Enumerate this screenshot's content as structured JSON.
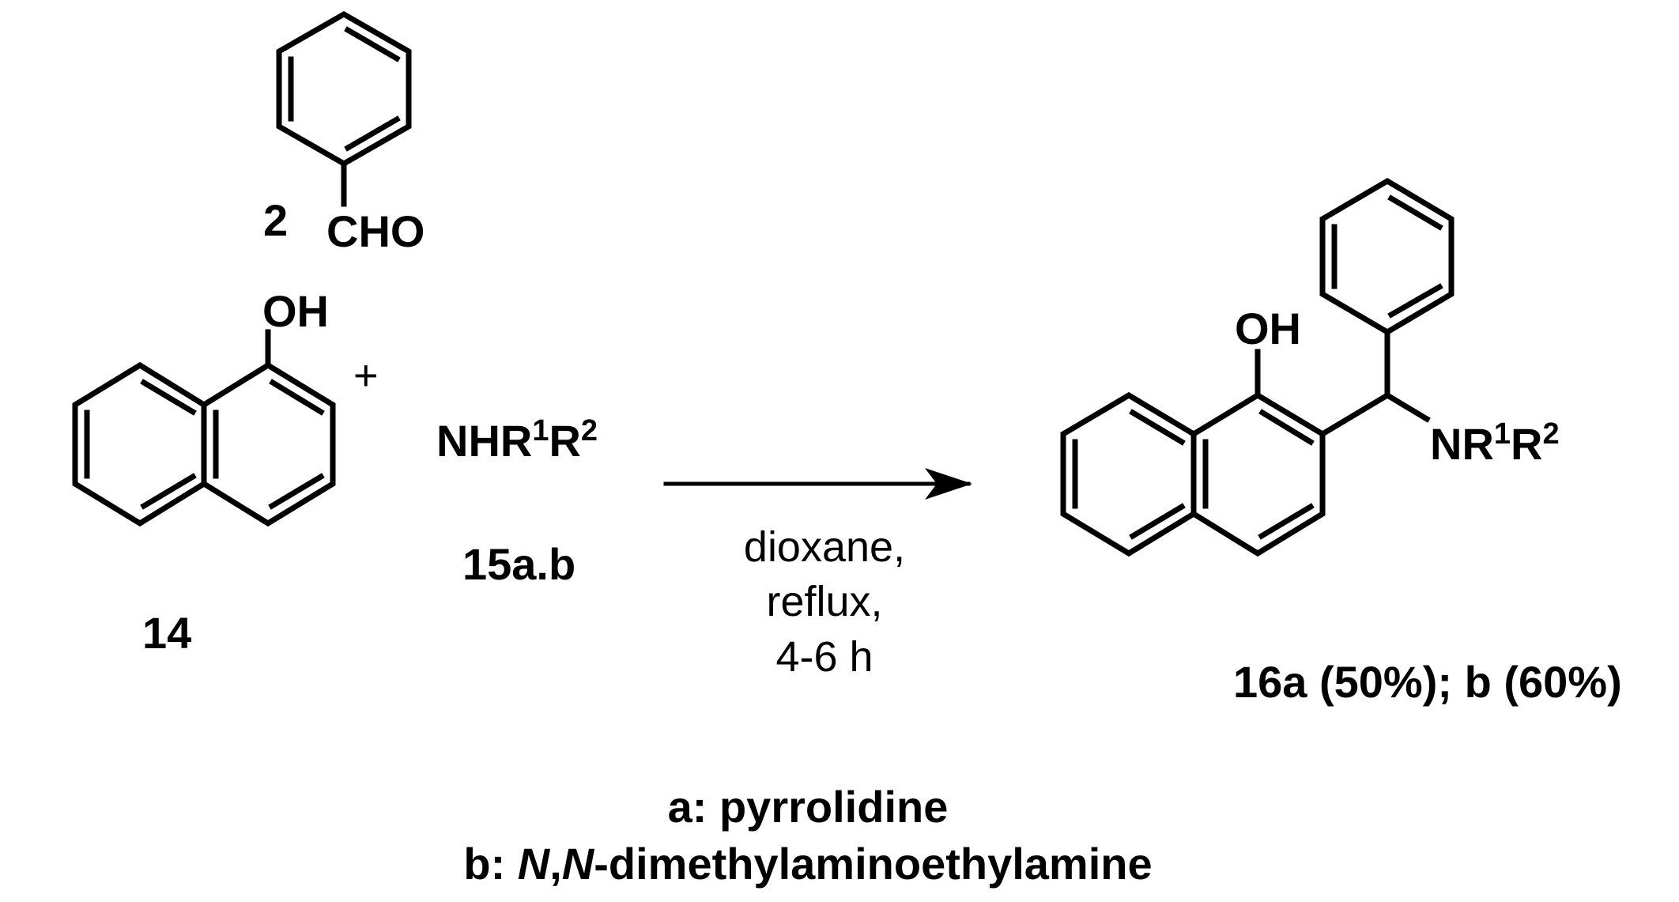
{
  "reagents": {
    "benzaldehyde": {
      "number": "2",
      "group": "CHO"
    },
    "naphthol": {
      "group": "OH",
      "number": "14"
    },
    "plus": "+",
    "amine": {
      "base": "NHR",
      "sup1": "1",
      "mid": "R",
      "sup2": "2",
      "number": "15a.b"
    }
  },
  "conditions": [
    "dioxane,",
    "reflux,",
    "4-6 h"
  ],
  "product": {
    "group_oh": "OH",
    "amine": {
      "base": "NR",
      "sup1": "1",
      "mid": "R",
      "sup2": "2"
    },
    "label": "16a (50%); b (60%)"
  },
  "legend": {
    "a": "a: pyrrolidine",
    "b_prefix": "b: ",
    "b_n1": "N",
    "b_comma": ",",
    "b_n2": "N",
    "b_rest": "-dimethylaminoethylamine"
  }
}
